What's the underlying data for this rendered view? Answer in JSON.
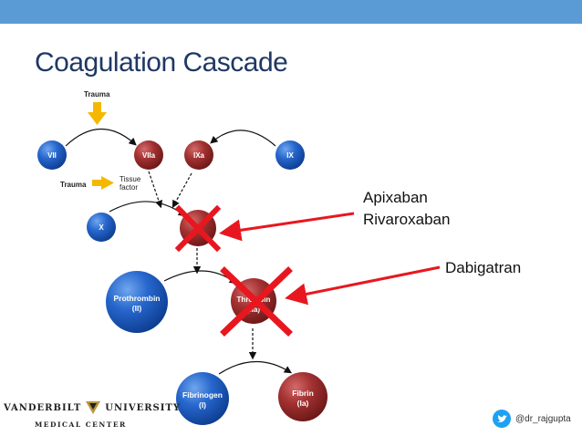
{
  "slide": {
    "title": "Coagulation Cascade",
    "header_color": "#5b9bd5",
    "title_color": "#1f3864"
  },
  "diagram": {
    "nodes": {
      "vii": "VII",
      "viia": "VIIa",
      "ixa": "IXa",
      "ix": "IX",
      "x": "X",
      "prothrombin_1": "Prothrombin",
      "prothrombin_2": "(II)",
      "thrombin_1": "Thrombin",
      "thrombin_2": "(IIa)",
      "fibrinogen_1": "Fibrinogen",
      "fibrinogen_2": "(I)",
      "fibrin_1": "Fibrin",
      "fibrin_2": "(Ia)"
    },
    "trauma_top": "Trauma",
    "trauma_side": "Trauma",
    "tissue_factor_1": "Tissue",
    "tissue_factor_2": "factor",
    "colors": {
      "blue_node": "#1c5bbf",
      "red_node": "#9b2a2a",
      "cross": "#e8171f",
      "arrow_yellow": "#f5b800"
    }
  },
  "annotations": {
    "apixaban": "Apixaban",
    "rivaroxaban": "Rivaroxaban",
    "dabigatran": "Dabigatran"
  },
  "footer": {
    "university": "VANDERBILT",
    "university_2": "UNIVERSITY",
    "medical_center": "MEDICAL CENTER",
    "twitter_handle": "@dr_rajgupta",
    "icons": [
      "vanderbilt-v-logo",
      "twitter-bird-icon"
    ]
  }
}
